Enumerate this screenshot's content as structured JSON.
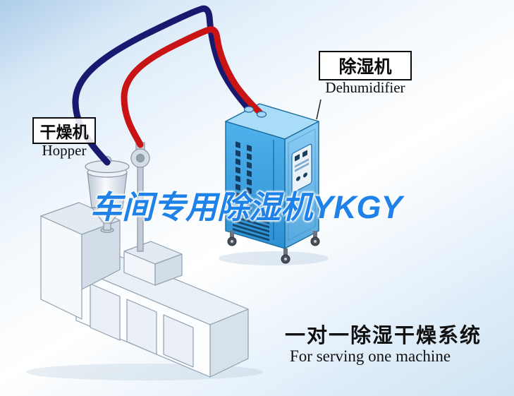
{
  "labels": {
    "hopper": {
      "zh": "干燥机",
      "en": "Hopper"
    },
    "dehumidifier": {
      "zh": "除湿机",
      "en": "Dehumidifier"
    }
  },
  "watermark": "车间专用除湿机YKGY",
  "caption": {
    "zh": "一对一除湿干燥系统",
    "en": "For serving one machine"
  },
  "colors": {
    "hose_red": "#c81414",
    "hose_navy": "#191970",
    "dehumidifier_blue": "#3fa9e8",
    "watermark_blue": "#1f82e8",
    "background_tint": "#bcd8ef"
  }
}
